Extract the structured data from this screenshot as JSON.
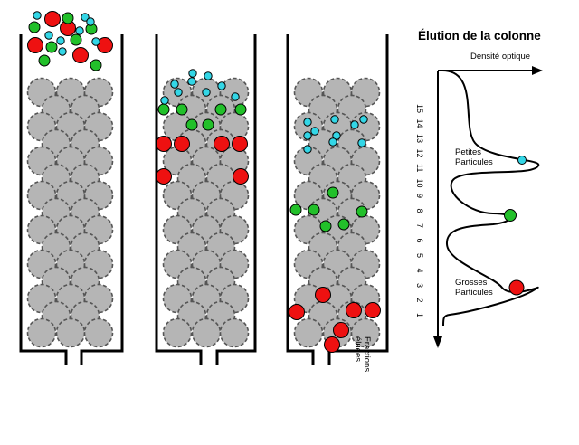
{
  "title": "Élution de la colonne",
  "x_axis_label": "Densité optique",
  "y_axis_label_line1": "Fractions",
  "y_axis_label_line2": "éluées",
  "fraction_numbers": [
    "15",
    "14",
    "13",
    "12",
    "11",
    "10",
    "9",
    "8",
    "7",
    "6",
    "5",
    "4",
    "3",
    "2",
    "1"
  ],
  "peaks": [
    {
      "label_line1": "Petites",
      "label_line2": "Particules",
      "color": "#33d6e6"
    },
    {
      "label_line1": "",
      "label_line2": "",
      "color": "#22c02a"
    },
    {
      "label_line1": "Grosses",
      "label_line2": "Particules",
      "color": "#ee1111"
    }
  ],
  "colors": {
    "bead": "#b5b5b5",
    "bead_stroke": "#555555",
    "large_particle": "#ee1111",
    "medium_particle": "#22c02a",
    "small_particle": "#33d6e6",
    "column_wall": "#000000"
  }
}
